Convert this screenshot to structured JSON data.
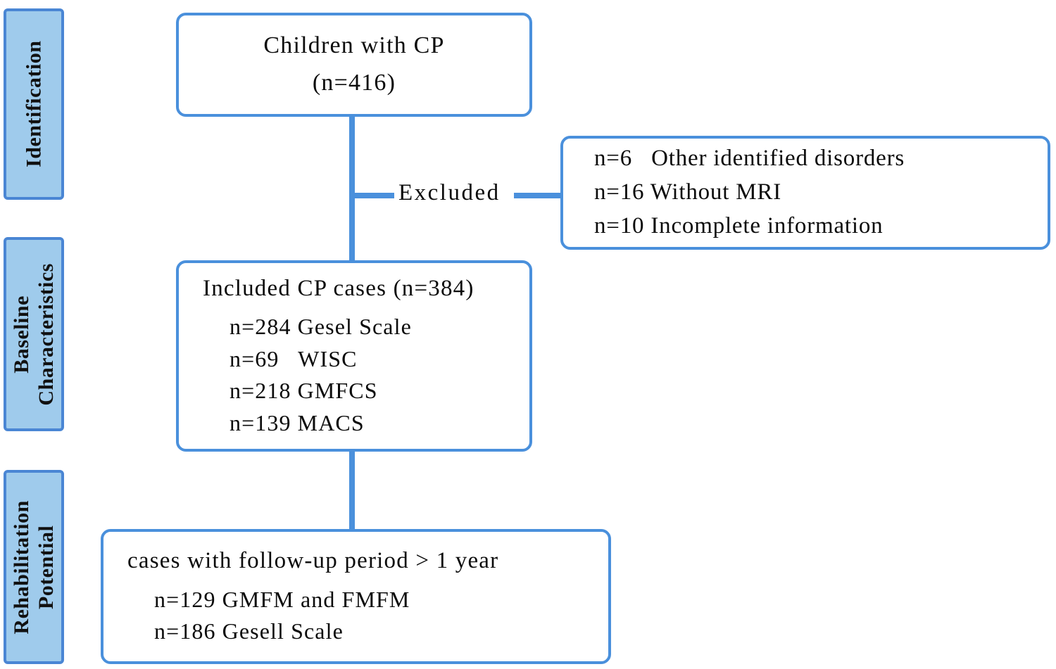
{
  "figure": {
    "type": "flowchart",
    "accent_color": "#4A90DC",
    "stage_fill_color": "#9FCBEC",
    "stage_border_color": "#4A86D4"
  },
  "stages": [
    {
      "name": "identification",
      "lines": [
        "Identification"
      ]
    },
    {
      "name": "baseline-characteristics",
      "lines": [
        "Baseline",
        "Characteristics"
      ]
    },
    {
      "name": "rehabilitation-potential",
      "lines": [
        "Rehabilitation",
        "Potential"
      ]
    }
  ],
  "nodes": {
    "source": {
      "line1": "Children with CP",
      "line2": "(n=416)"
    },
    "excluded": {
      "connector_label": "Excluded",
      "items": [
        "n=6   Other identified disorders",
        "n=16 Without MRI",
        "n=10 Incomplete information"
      ]
    },
    "included": {
      "heading": "Included CP cases (n=384)",
      "items": [
        "n=284 Gesel Scale",
        "n=69   WISC",
        "n=218 GMFCS",
        "n=139 MACS"
      ]
    },
    "followup": {
      "heading": "cases with follow-up period > 1 year",
      "items": [
        "n=129 GMFM and FMFM",
        "n=186 Gesell Scale"
      ]
    }
  }
}
